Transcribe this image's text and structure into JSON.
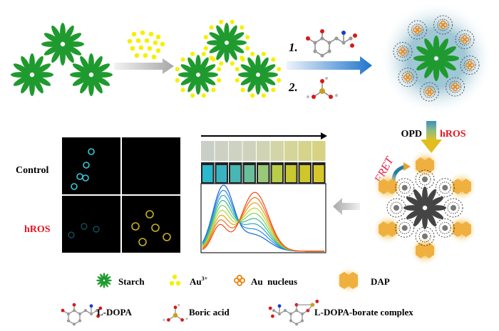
{
  "steps": {
    "step1": "1.",
    "step2": "2."
  },
  "reagents": {
    "opd": "OPD",
    "hros": "hROS",
    "fret": "FRET"
  },
  "cells": {
    "control": "Control",
    "hros": "hROS"
  },
  "legend": {
    "starch": "Starch",
    "au": "Au",
    "au_sup": "3+",
    "au_nucleus": "Au  nucleus",
    "dap": "DAP",
    "ldopa": "L-DOPA",
    "boric": "Boric acid",
    "complex": "L-DOPA-borate complex"
  },
  "colors": {
    "starch": "#1f9a2e",
    "au": "#f5f000",
    "nucleus": "#f08a1c",
    "dap": "#f0b040",
    "red": "#e8141e",
    "blue_arrow": "#2a7fd4"
  }
}
